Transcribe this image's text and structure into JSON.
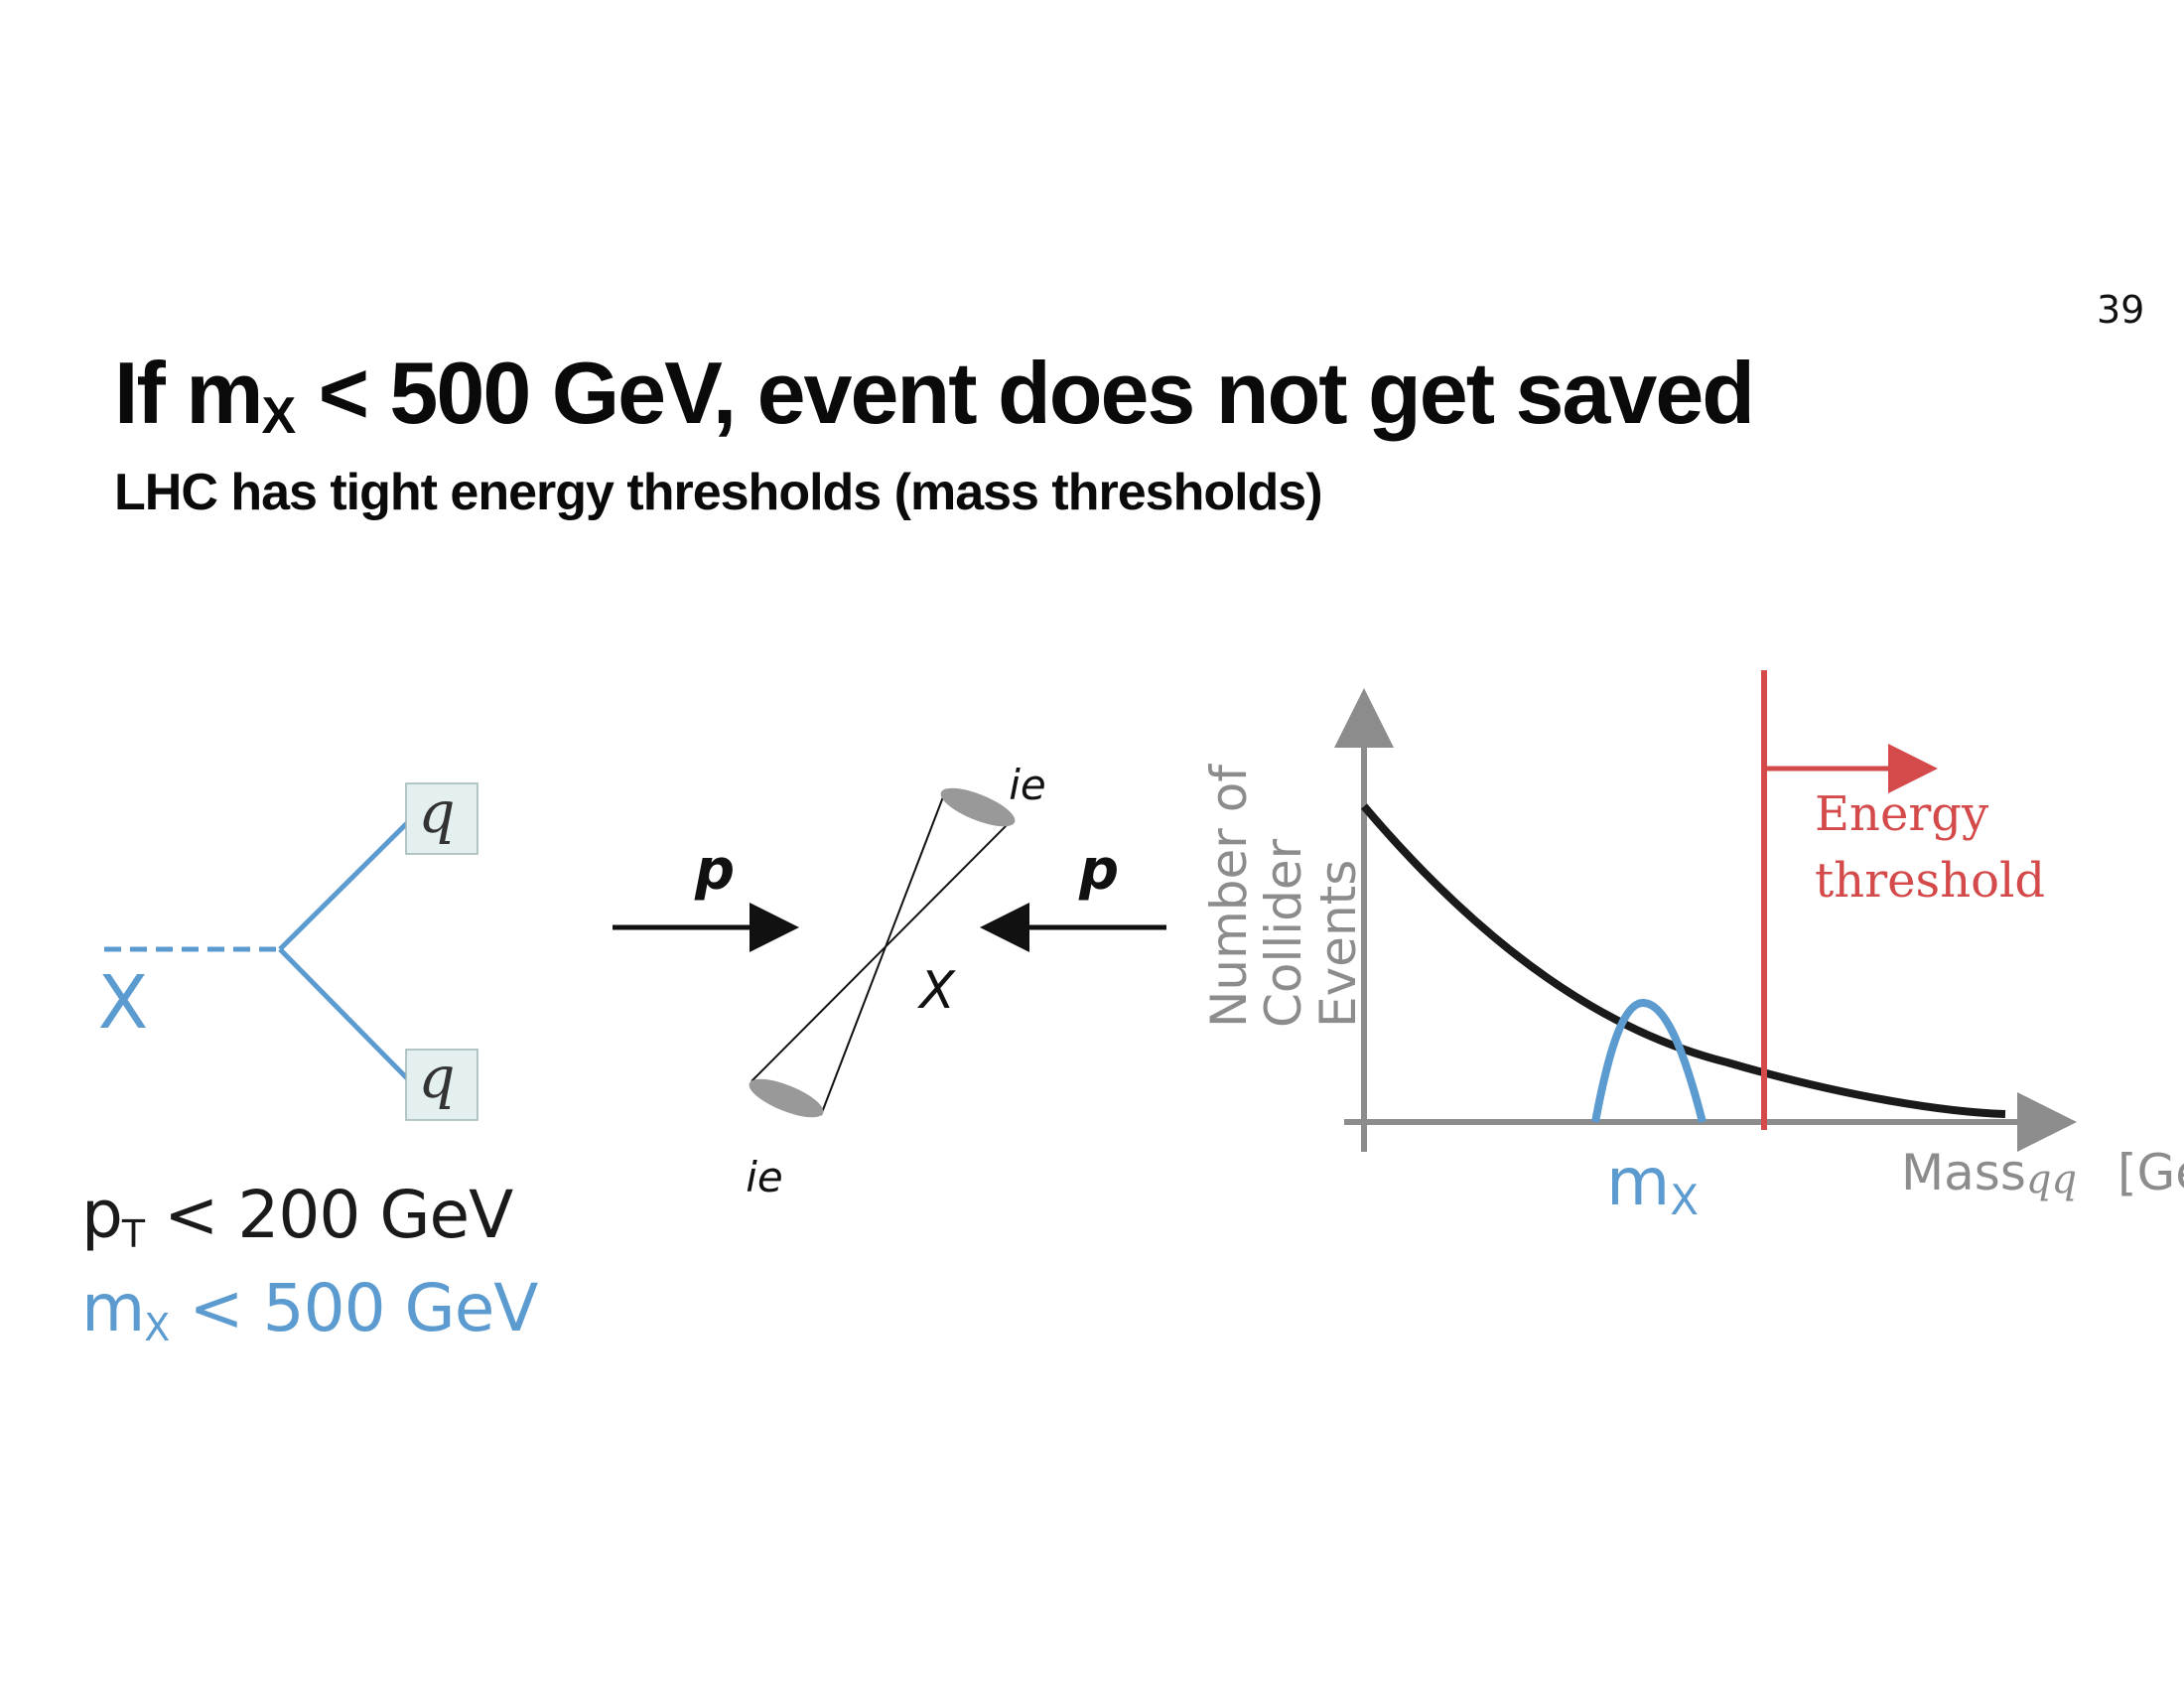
{
  "page_number": "39",
  "title": {
    "prefix": "If m",
    "subscript": "X",
    "suffix": " < 500 GeV, event does not get saved"
  },
  "subtitle": "LHC has tight energy thresholds (mass thresholds)",
  "decay_diagram": {
    "parent_label": "X",
    "quark_top_label": "q",
    "quark_bottom_label": "q"
  },
  "conditions": {
    "pt": {
      "base": "p",
      "sub": "T",
      "rest": " < 200 GeV"
    },
    "mx": {
      "base": "m",
      "sub": "X",
      "rest": " < 500 GeV"
    }
  },
  "collision_diagram": {
    "beam_left_label": "p",
    "beam_right_label": "p",
    "jet_top_label": "ie",
    "jet_bottom_label": "ie",
    "center_label": "X"
  },
  "spectrum_plot": {
    "ylabel_lines": [
      "Number of",
      "Collider",
      "Events"
    ],
    "xlabel": "Mass",
    "xlabel_sub": "qq",
    "xlabel_unit": "[Ge",
    "peak_label_base": "m",
    "peak_label_sub": "X",
    "threshold_label_lines": [
      "Energy",
      "threshold"
    ]
  },
  "colors": {
    "blue": "#5b9bd0",
    "red": "#d44a4a",
    "gray": "#8c8c8c",
    "black": "#1a1a1a",
    "quark_box": "#e4f0f0"
  }
}
